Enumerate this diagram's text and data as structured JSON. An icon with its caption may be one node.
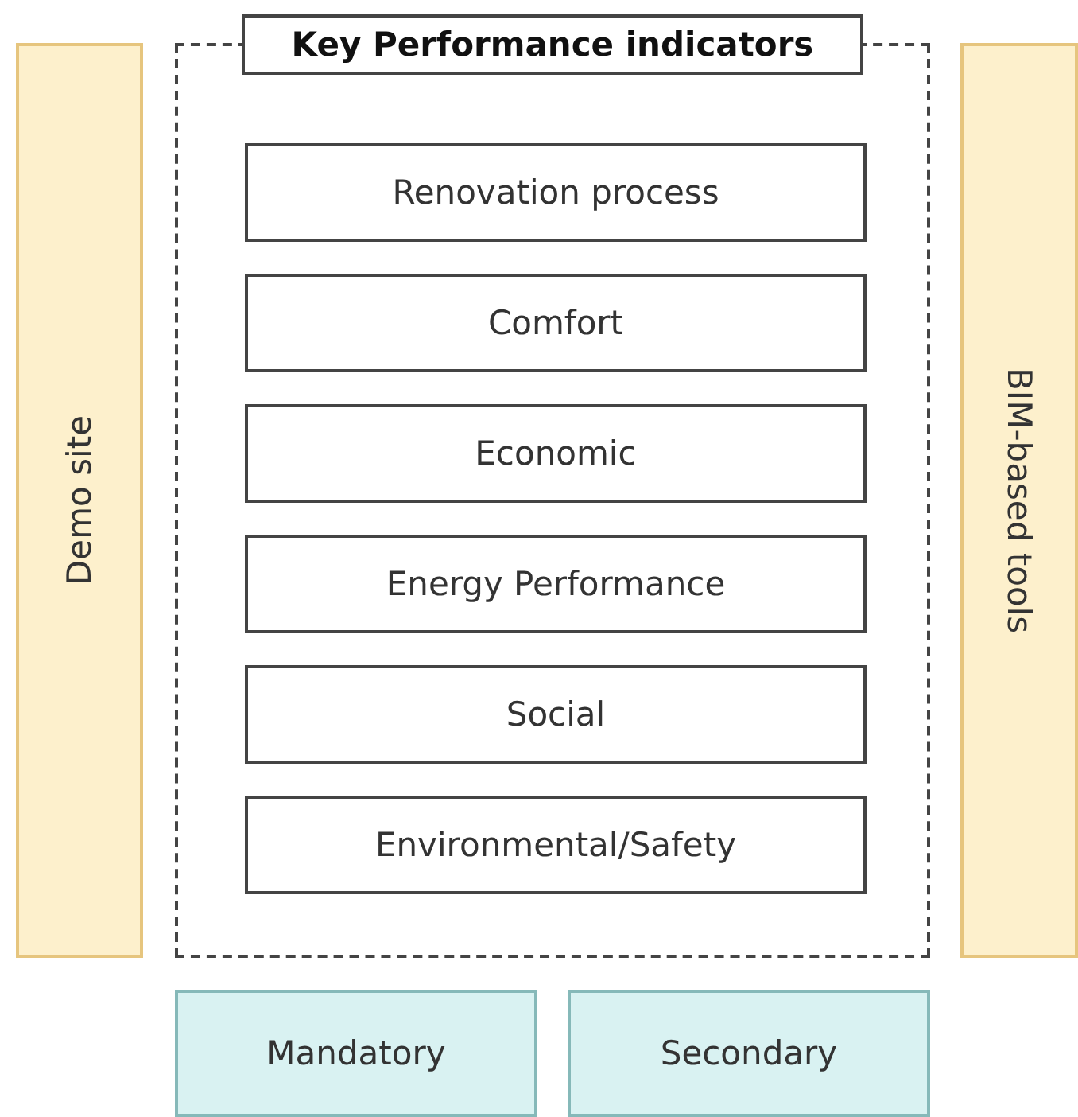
{
  "diagram": {
    "nodes": [
      {
        "text": [
          "Demo site"
        ]
      },
      {
        "text": [
          "Key Performance indicators"
        ]
      },
      {
        "text": [
          "Renovation process"
        ],
        "in": 1
      },
      {
        "text": [
          "Comfort"
        ],
        "in": 1
      },
      {
        "text": [
          "Economic"
        ],
        "in": 1
      },
      {
        "text": [
          "Energy Performance"
        ],
        "in": 1
      },
      {
        "text": [
          "Social"
        ],
        "in": 1
      },
      {
        "text": [
          "Environmental/Safety"
        ],
        "in": 1
      },
      {
        "text": [
          "BIM-based tools"
        ]
      },
      {
        "text": [
          "Mandatory"
        ]
      },
      {
        "text": [
          "Secondary"
        ]
      }
    ]
  }
}
